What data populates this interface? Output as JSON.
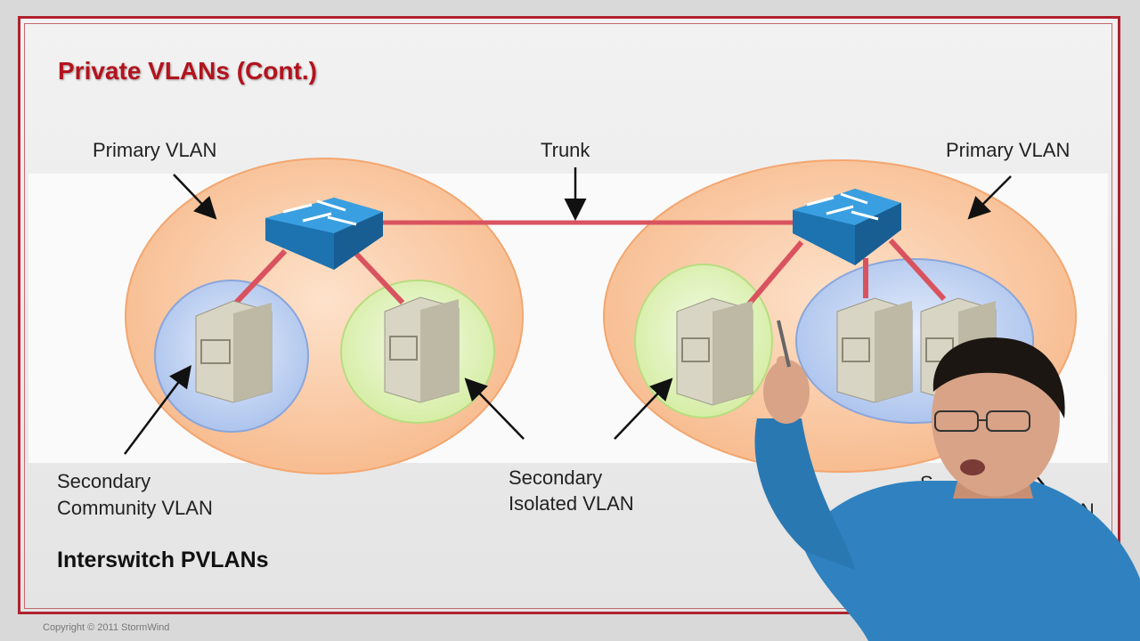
{
  "slide": {
    "title": "Private VLANs (Cont.)",
    "subtitle": "Interswitch PVLANs",
    "copyright": "Copyright © 2011 StormWind"
  },
  "labels": {
    "primary_left": "Primary VLAN",
    "primary_right": "Primary VLAN",
    "trunk": "Trunk",
    "community_line1": "Secondary",
    "community_line2": "Community VLAN",
    "isolated_line1": "Secondary",
    "isolated_line2": "Isolated VLAN",
    "partial_right_line1": "S",
    "partial_right_line2": "LAN"
  },
  "colors": {
    "accent": "#b3131e",
    "primary_vlan_fill": "#f9c9a2",
    "community_fill": "#c7d6f2",
    "isolated_fill": "#e2f2c1",
    "switch_blue": "#2c8fd0",
    "link_red": "#d9535f",
    "server": "#d8d5c4",
    "shirt": "#2f82bf",
    "skin": "#d8a387"
  }
}
